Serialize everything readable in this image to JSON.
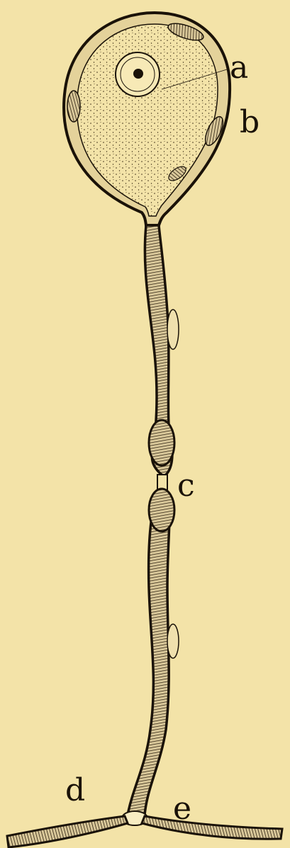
{
  "figure": {
    "background": "#f3e3a8",
    "ink": "#1a1208",
    "labels": {
      "a": "a",
      "b": "b",
      "c": "c",
      "d": "d",
      "e": "e"
    }
  }
}
